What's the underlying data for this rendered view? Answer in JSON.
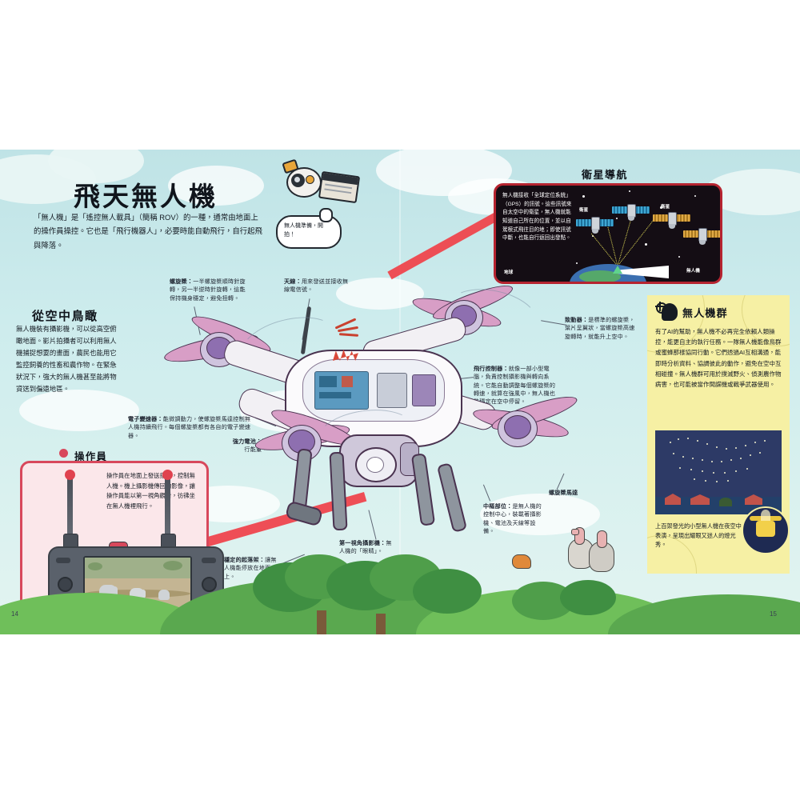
{
  "meta": {
    "page_left": "14",
    "page_right": "15",
    "accent_red": "#d8485c",
    "panel_dark": "#140d14",
    "panel_yellow": "#f6f0a4",
    "sky": "#cdeced"
  },
  "headline": {
    "title": "飛天無人機",
    "intro": "「無人機」是「遙控無人載具」（簡稱 ROV）的一種，通常由地面上的操作員操控。它也是「飛行機器人」，必要時能自動飛行，自行起飛與降落。"
  },
  "aerial_section": {
    "title": "從空中鳥瞰",
    "body": "無人機裝有攝影機，可以從高空俯瞰地面。影片拍攝者可以利用無人機捕捉想要的畫面，農民也能用它監控飼養的性畜和農作物。在緊急狀況下，強大的無人機甚至能將物資送到偏遠地區。"
  },
  "speech_bubble": {
    "text": "無人機準備，開拍！"
  },
  "gps_panel": {
    "title": "衛星導航",
    "body": "無人機接收「全球定位系統」（GPS）的訊號。這些訊號來自太空中的衛星，無人機就能知道自己所在的位置，並以自駕模式飛往目的地；即使訊號中斷，也能自行返回出發點。",
    "labels": {
      "satellite": "衛星",
      "earth": "地球",
      "drone": "無人機"
    }
  },
  "swarm_panel": {
    "icon": "ai-head-icon",
    "title": "無人機群",
    "body": "有了AI的幫助，無人機不必再完全依賴人類操控，能更自主的執行任務。一隊無人機能像鳥群或蜜蜂那樣協同行動。它們透過AI互相溝通，能即時分析資料、協調彼此的動作，避免在空中互相碰撞。無人機群可用於撲滅野火、偵測農作物病害，也可能被當作間諜機或戰爭武器使用。",
    "caption": "上百架發光的小型無人機在夜空中表演，呈現出耀眼又迷人的燈光秀。"
  },
  "operator_panel": {
    "title": "操作員",
    "body": "操作員在地面上發送指令，控制無人機。機上攝影機傳回的影像，讓操作員能以第一視角觀看，彷彿坐在無人機裡飛行。"
  },
  "callouts": [
    {
      "id": "propeller",
      "title": "螺旋槳：",
      "text": "一半螺旋槳順時針旋轉，另一半逆時針旋轉，這能保持機身穩定，避免扭轉。"
    },
    {
      "id": "antenna",
      "title": "天線：",
      "text": "用來發送並接收無線電信號。"
    },
    {
      "id": "actuator",
      "title": "致動器：",
      "text": "是標準的螺旋槳，葉片呈翼狀，當螺旋槳高速旋轉時，就能升上空中。"
    },
    {
      "id": "flight-controller",
      "title": "飛行控制器：",
      "text": "就像一部小型電腦，負責控制攝影機與轉向系統。它能自動調整每個螺旋槳的轉速，就算在強風中，無人機也能穩定在空中停留。"
    },
    {
      "id": "esc",
      "title": "電子變速器：",
      "text": "能微調動力，使螺旋槳馬達控制無人機持續飛行。每個螺旋槳都有各自的電子變速器。"
    },
    {
      "id": "battery",
      "title": "強力電池：",
      "text": "提供飛行能量。"
    },
    {
      "id": "motor",
      "title": "螺旋槳馬達",
      "text": ""
    },
    {
      "id": "hub",
      "title": "中樞部位：",
      "text": "是無人機的控制中心，裝載著攝影機、電池及天線等設備。"
    },
    {
      "id": "fpv-camera",
      "title": "第一視角攝影機：",
      "text": "無人機的「眼睛」。"
    },
    {
      "id": "landing-gear",
      "title": "穩定的起落架：",
      "text": "讓無人機能停放在地面上。"
    }
  ]
}
